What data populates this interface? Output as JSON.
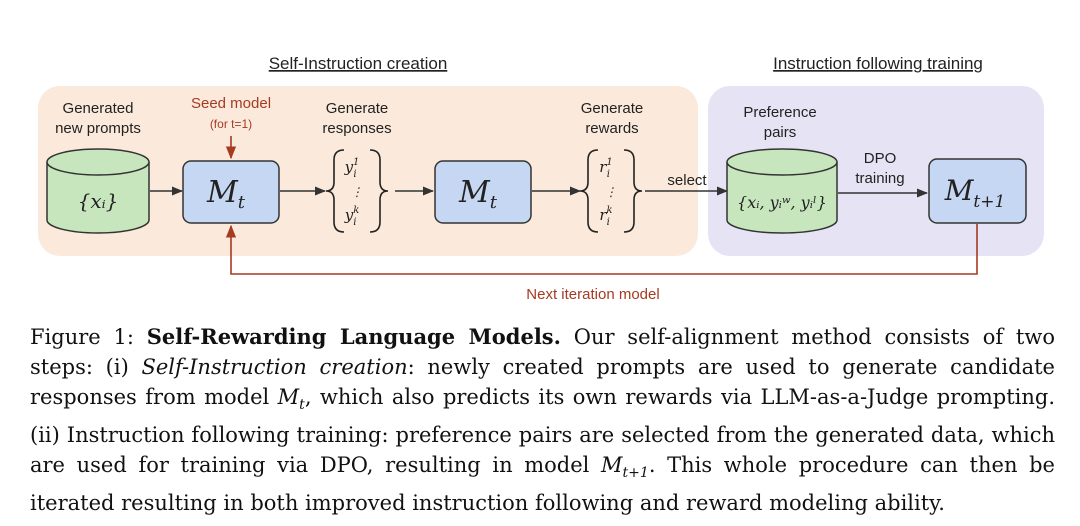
{
  "diagram": {
    "section_left_title": "Self-Instruction creation",
    "section_right_title": "Instruction following training",
    "generated_prompts_label": [
      "Generated",
      "new prompts"
    ],
    "seed_model_label": "Seed model",
    "seed_model_sub": "(for t=1)",
    "generate_responses_label": [
      "Generate",
      "responses"
    ],
    "generate_rewards_label": [
      "Generate",
      "rewards"
    ],
    "preference_pairs_label": [
      "Preference",
      "pairs"
    ],
    "select_label": "select",
    "dpo_label": [
      "DPO",
      "training"
    ],
    "next_iteration_label": "Next iteration model",
    "prompt_set": "{xᵢ}",
    "model_t": "M",
    "model_t_sub": "t",
    "model_next": "M",
    "model_next_sub": "t+1",
    "responses_top": "y",
    "responses_bottom": "y",
    "rewards_top": "r",
    "rewards_bottom": "r",
    "pref_set": "{xᵢ, yᵢʷ, yᵢˡ}",
    "colors": {
      "left_panel": "#fbeadb",
      "right_panel": "#e6e4f4",
      "model_box": "#c5d7f2",
      "cylinder": "#c8e6bd",
      "feedback": "#a63a22"
    }
  },
  "caption": {
    "label": "Figure 1:",
    "bold": "Self-Rewarding Language Models.",
    "s1": " Our self-alignment method consists of two steps: (i) ",
    "s1_it": "Self-Instruction creation",
    "s2": ": newly created prompts are used to generate candidate responses from model ",
    "m1": "M",
    "m1_sub": "t",
    "s3": ", which also predicts its own rewards via LLM-as-a-Judge prompting. (ii) Instruction following training: preference pairs are selected from the generated data, which are used for training via DPO, resulting in model ",
    "m2": "M",
    "m2_sub": "t+1",
    "s4": ". This whole procedure can then be iterated resulting in both improved instruction following and reward modeling ability."
  }
}
